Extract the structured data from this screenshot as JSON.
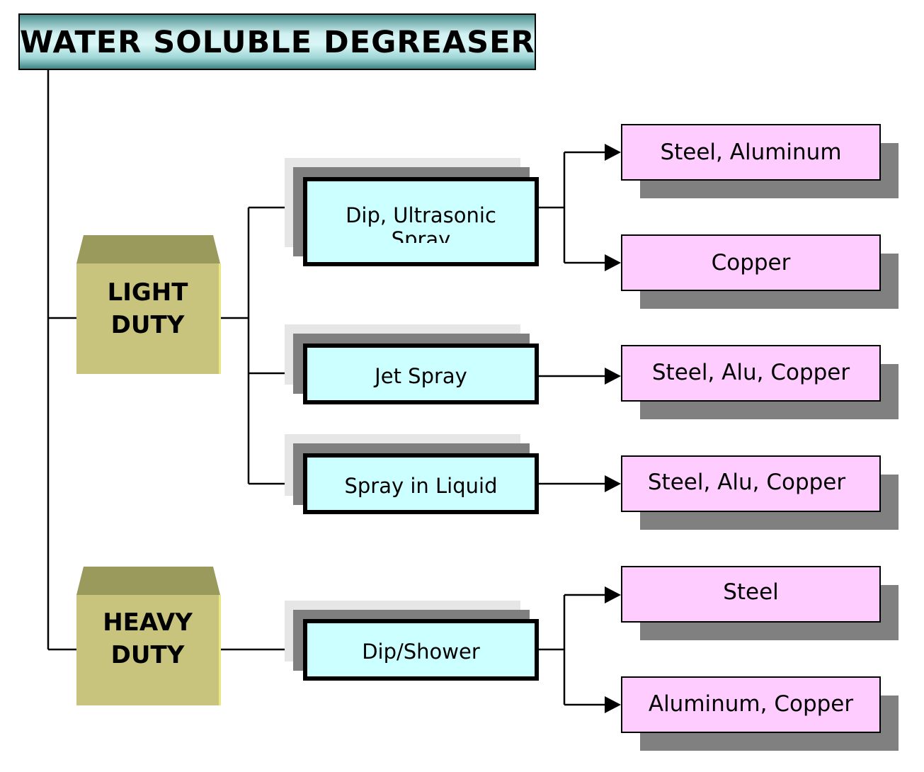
{
  "title": "WATER SOLUBLE DEGREASER",
  "duty": {
    "light": {
      "line1": "LIGHT",
      "line2": "DUTY"
    },
    "heavy": {
      "line1": "HEAVY",
      "line2": "DUTY"
    }
  },
  "processes": {
    "dip_ultrasonic": {
      "line1": "Dip, Ultrasonic",
      "line2": "Spray"
    },
    "jet_spray": "Jet Spray",
    "spray_in_liquid": "Spray in Liquid",
    "dip_shower": "Dip/Shower"
  },
  "materials": {
    "steel_aluminum": "Steel, Aluminum",
    "copper": "Copper",
    "steel_alu_copper_1": "Steel, Alu, Copper",
    "steel_alu_copper_2": "Steel, Alu, Copper",
    "steel": "Steel",
    "aluminum_copper": "Aluminum, Copper"
  },
  "colors": {
    "title_fill": "#d9f6f6",
    "duty_fill": "#c8c47e",
    "duty_top": "#9a9a5c",
    "process_fill": "#ccffff",
    "material_fill": "#ffccff",
    "shadow": "#808080"
  }
}
